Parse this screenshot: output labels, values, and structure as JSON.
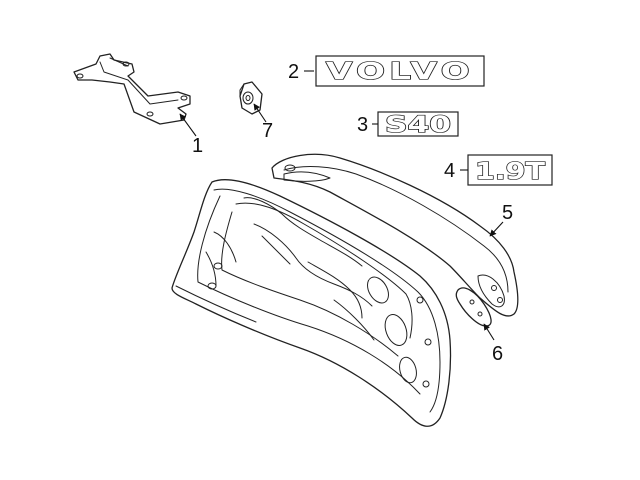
{
  "callouts": {
    "c1": "1",
    "c2": "2",
    "c3": "3",
    "c4": "4",
    "c5": "5",
    "c6": "6",
    "c7": "7"
  },
  "badges": {
    "volvo": "VOLVO",
    "model": "S40",
    "engine": "1.9T"
  },
  "colors": {
    "line": "#222222",
    "background": "#ffffff"
  }
}
